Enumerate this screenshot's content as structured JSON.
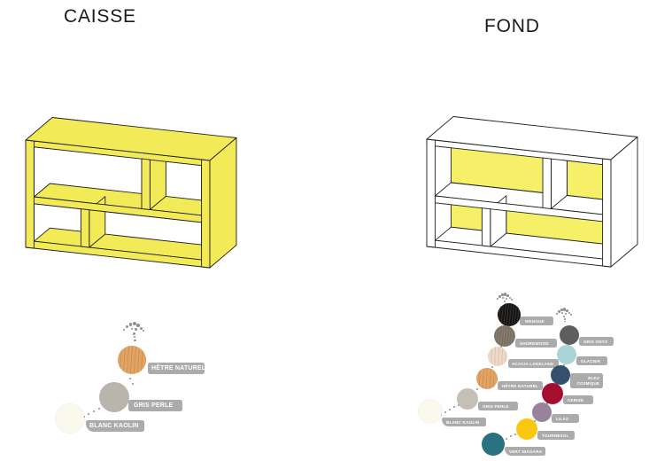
{
  "caisse": {
    "title": "CAISSE",
    "swatches": [
      {
        "label": "HÊTRE NATUREL",
        "color": "#E3A566",
        "texture": "beech"
      },
      {
        "label": "GRIS PERLE",
        "color": "#B9B4AC",
        "texture": null
      },
      {
        "label": "BLANC KAOLIN",
        "color": "#FAF9EC",
        "texture": null
      }
    ]
  },
  "fond": {
    "title": "FOND",
    "wood_swatches": [
      {
        "label": "WENGUE",
        "color": "#161412",
        "texture": "dark"
      },
      {
        "label": "SHOREWOOD",
        "color": "#7A7062",
        "texture": "dark"
      },
      {
        "label": "ACACIA LAKELAND",
        "color": "#ECDAC8",
        "texture": "pale"
      },
      {
        "label": "HÊTRE NATUREL",
        "color": "#E3A566",
        "texture": "beech"
      },
      {
        "label": "GRIS PERLE",
        "color": "#C4BFB7",
        "texture": null
      },
      {
        "label": "BLANC KAOLIN",
        "color": "#FAF9EC",
        "texture": null
      }
    ],
    "color_swatches": [
      {
        "label": "GRIS ONYX",
        "color": "#5E5E5F"
      },
      {
        "label": "GLACIER",
        "color": "#AAD5D7"
      },
      {
        "label": "BLEU COSMIQUE",
        "color": "#35506C",
        "two_line": true,
        "line1": "BLEU",
        "line2": "COSMIQUE"
      },
      {
        "label": "CERISE",
        "color": "#A50E2E"
      },
      {
        "label": "LILAS",
        "color": "#97849B"
      },
      {
        "label": "TOURNESOL",
        "color": "#FBC70F"
      },
      {
        "label": "VERT NIAGARA",
        "color": "#2A7280"
      }
    ]
  },
  "colors": {
    "caisse_yellow": "#F2EB57",
    "fond_panel_yellow": "#F6EF68",
    "outline": "#1F1F1F",
    "label_bg": "#ABABAB",
    "label_text": "#FFFFFF",
    "dot_gray": "#8F8F8F"
  }
}
